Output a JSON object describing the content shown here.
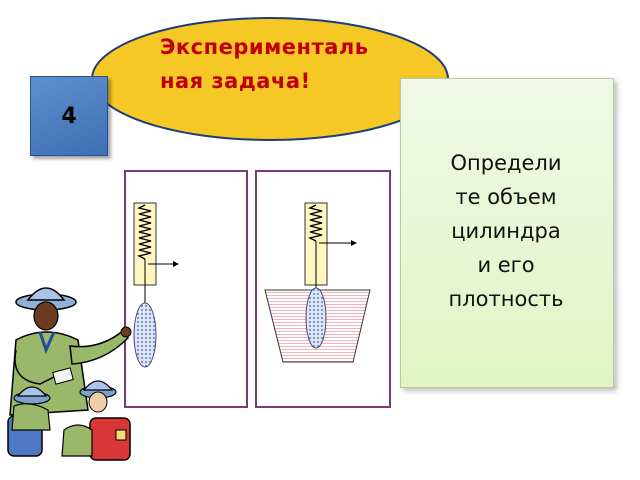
{
  "title": {
    "line1": "Эксперименталь",
    "line2": "ная задача!"
  },
  "task_number": "4",
  "task_text": {
    "line1": "Определи",
    "line2": "те объем",
    "line3": "цилиндра",
    "line4": "и его",
    "line5": "плотность"
  },
  "colors": {
    "title_text": "#c00000",
    "oval_fill": "#f6c826",
    "number_box": "#4a7bbf",
    "task_box": "#e6f5cf",
    "panel_border": "#7a3a7a"
  },
  "icons": {
    "spring": "spring-dynamometer-icon",
    "weight": "cylinder-weight-icon",
    "beaker": "water-beaker-icon",
    "teacher": "teacher-with-children-clipart"
  }
}
